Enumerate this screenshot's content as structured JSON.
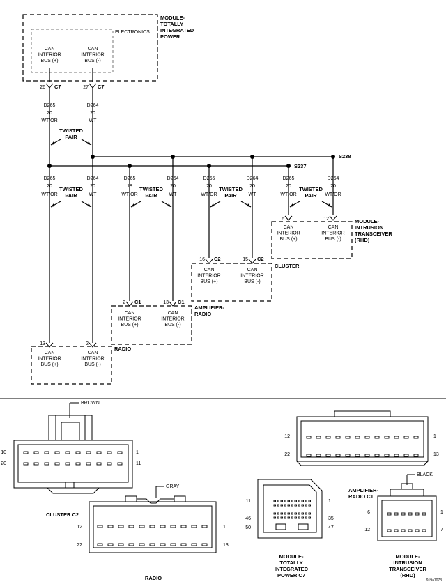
{
  "modules": {
    "tipm": {
      "name": "MODULE-\nTOTALLY\nINTEGRATED\nPOWER",
      "inner": "ELECTRONICS",
      "connector": "C7"
    },
    "intrusion": {
      "name": "MODULE-\nINTRUSION\nTRANSCEIVER\n(RHD)"
    },
    "cluster": {
      "name": "CLUSTER",
      "connector": "C2"
    },
    "amp": {
      "name": "AMPLIFIER-\nRADIO",
      "connector": "C1"
    },
    "radio": {
      "name": "RADIO"
    }
  },
  "can_pos": "CAN\nINTERIOR\nBUS (+)",
  "can_neg": "CAN\nINTERIOR\nBUS (-)",
  "twisted_pair": "TWISTED\nPAIR",
  "wires": {
    "d265": "D265",
    "d264": "D264",
    "g18": "18",
    "g20": "20",
    "wtor": "WT/OR",
    "wt": "WT"
  },
  "splices": {
    "s238": "S238",
    "s237": "S237"
  },
  "pins": {
    "tipm_pos": "26",
    "tipm_neg": "27",
    "intr_pos": "6",
    "intr_neg": "12",
    "clu_pos": "16",
    "clu_neg": "15",
    "amp_pos": "2",
    "amp_neg": "13",
    "rad_pos": "13",
    "rad_neg": "2"
  },
  "connector_views": {
    "cluster": {
      "label": "CLUSTER C2",
      "color": "BROWN",
      "pins": [
        "10",
        "1",
        "20",
        "11"
      ]
    },
    "radio": {
      "label": "RADIO",
      "color": "GRAY",
      "pins": [
        "12",
        "1",
        "22",
        "13"
      ]
    },
    "top_right": {
      "pins": [
        "12",
        "1",
        "22",
        "13"
      ]
    },
    "tipm": {
      "label": "MODULE-\nTOTALLY\nINTEGRATED\nPOWER C7",
      "pins": [
        "11",
        "1",
        "46",
        "35",
        "50",
        "47"
      ]
    },
    "amp": {
      "label": "AMPLIFIER-\nRADIO C1",
      "color": "BLACK",
      "pins": [
        "6",
        "1",
        "12",
        "7"
      ]
    },
    "intrusion": {
      "label": "MODULE-\nINTRUSION\nTRANSCEIVER\n(RHD)"
    }
  },
  "figure_id": "919a7073"
}
